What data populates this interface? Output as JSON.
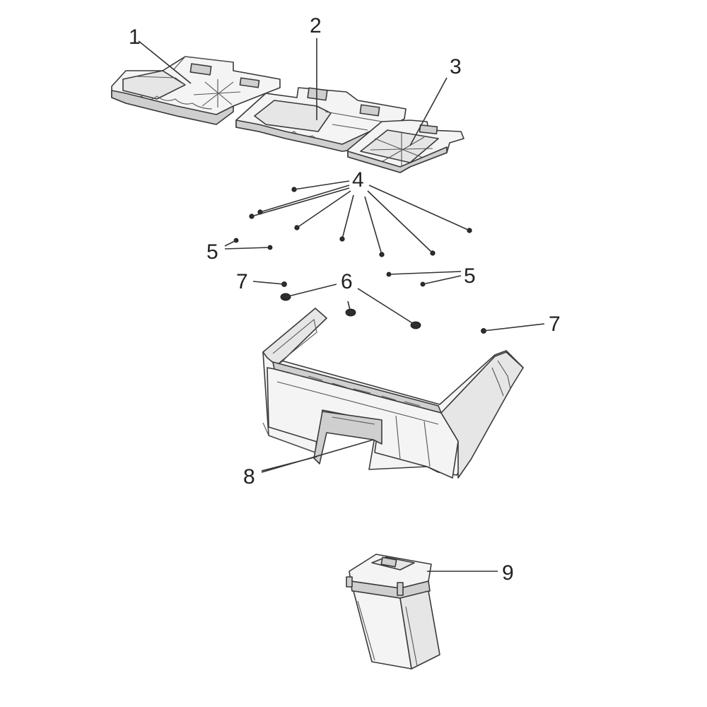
{
  "callouts": {
    "c1": "1",
    "c2": "2",
    "c3": "3",
    "c4": "4",
    "c5a": "5",
    "c5b": "5",
    "c6": "6",
    "c7a": "7",
    "c7b": "7",
    "c8": "8",
    "c9": "9"
  },
  "colors": {
    "line": "#3a3a3a",
    "panel_fill": "#f4f4f4",
    "shade": "#cfcfcf",
    "fastener": "#2d2d2d"
  }
}
